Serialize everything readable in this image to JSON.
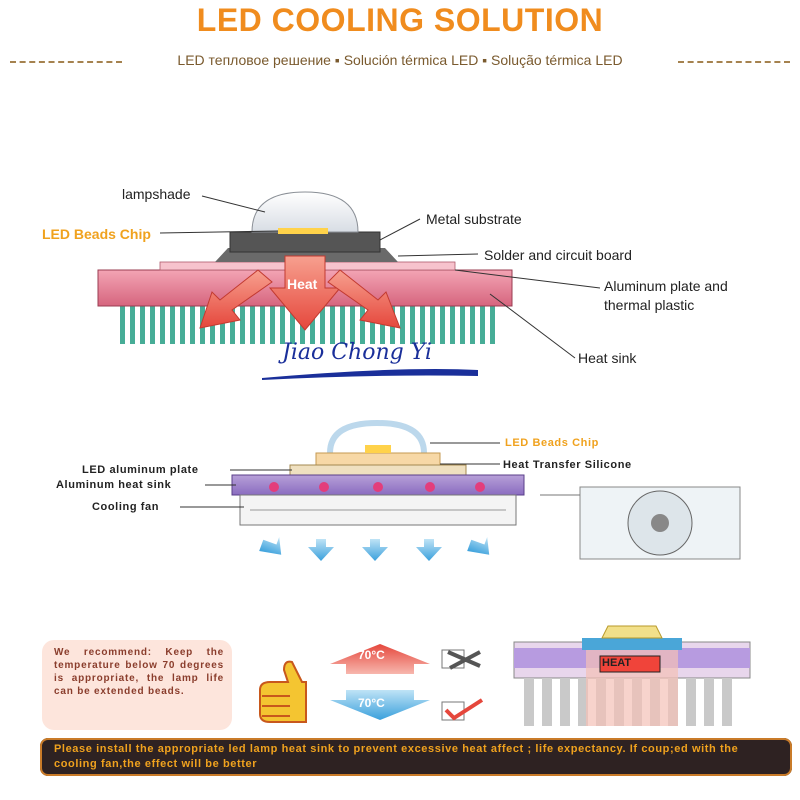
{
  "title": "LED COOLING SOLUTION",
  "subtitle": "LED тепловое решение ▪ Solución térmica LED ▪ Solução térmica LED",
  "diagram1": {
    "lampshade": "lampshade",
    "led_beads_chip": "LED Beads Chip",
    "metal_substrate": "Metal substrate",
    "solder_board": "Solder and circuit board",
    "aluminum_plate_1": "Aluminum plate and",
    "aluminum_plate_2": "thermal plastic",
    "heat_sink": "Heat sink",
    "heat": "Heat",
    "watermark": "Jiao Chong Yi"
  },
  "diagram2": {
    "led_beads_chip": "LED Beads Chip",
    "heat_transfer_silicone": "Heat Transfer Silicone",
    "led_aluminum_plate": "LED aluminum plate",
    "aluminum_heat_sink": "Aluminum heat sink",
    "cooling_fan": "Cooling fan"
  },
  "recommendation": {
    "text": "We recommend: Keep the temperature below 70 degrees is appropriate, the lamp life can be extended beads.",
    "temp_high": "70°C",
    "temp_low": "70°C",
    "heat": "HEAT"
  },
  "notice": "Please install the appropriate led lamp heat sink to prevent excessive heat affect ; life expectancy. If coup;ed with the cooling fan,the effect will be better",
  "colors": {
    "title_orange": "#f08c1e",
    "label_orange": "#f0a21e",
    "heat_red": "#e8534a",
    "cool_blue": "#3aa0dc",
    "fin_teal": "#3aa58e",
    "notice_bg": "#2e2222"
  }
}
